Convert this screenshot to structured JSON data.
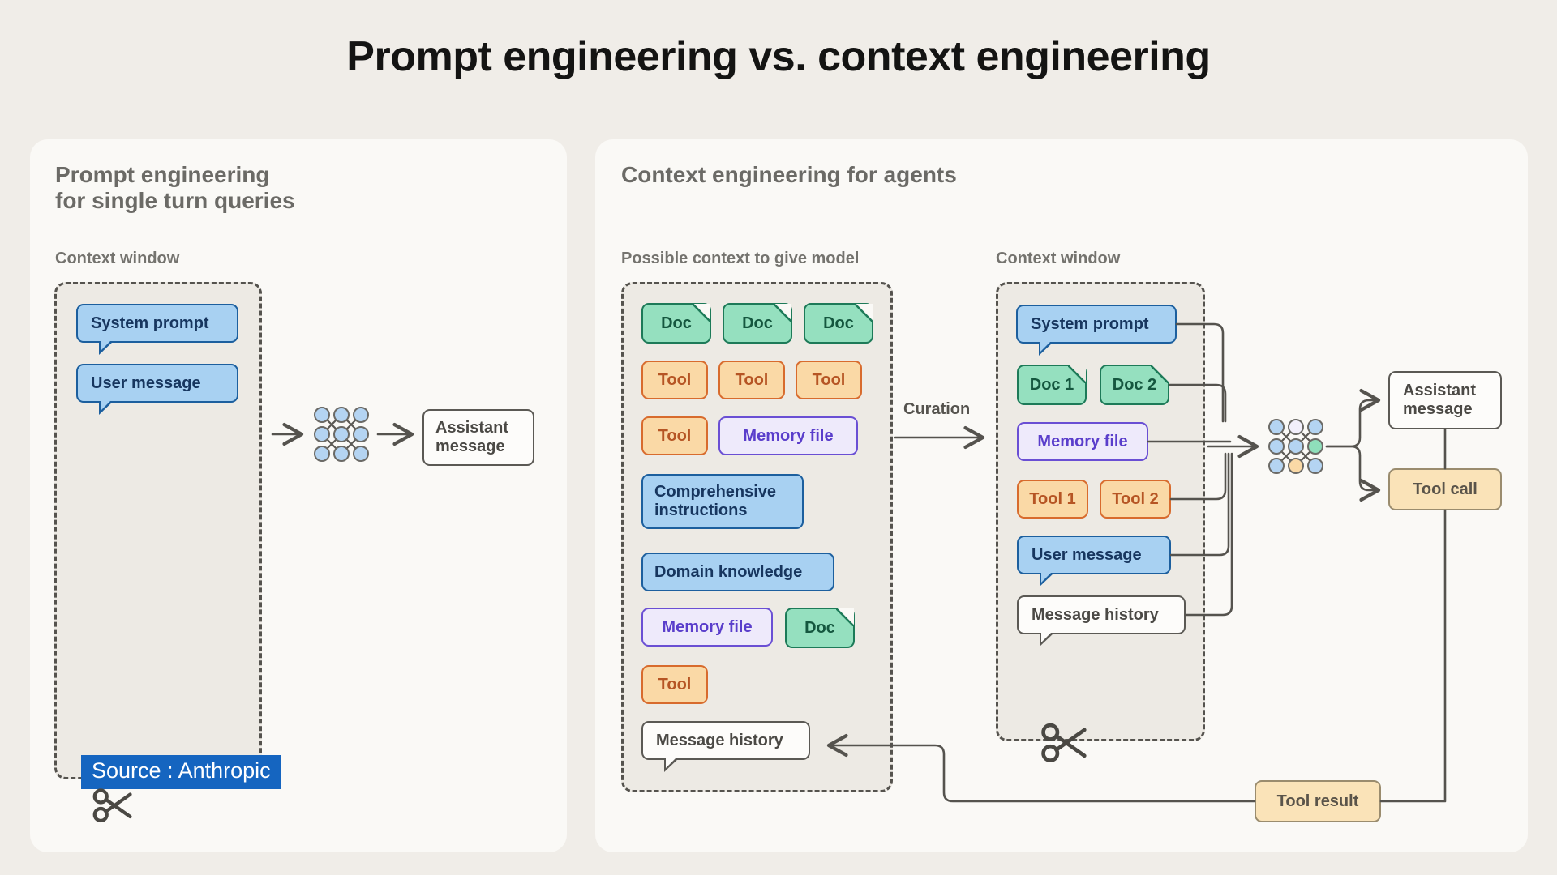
{
  "title": "Prompt engineering vs. context engineering",
  "colors": {
    "background": "#f0ede8",
    "panel": "#faf9f6",
    "context_window_fill": "#edeae4",
    "dash_stroke": "#55534e",
    "blue_fill": "#a8d1f2",
    "blue_border": "#1c5f9e",
    "blue_text": "#17365f",
    "green_fill": "#95e0bf",
    "green_border": "#1d7a58",
    "green_text": "#15573f",
    "orange_fill": "#fad9a6",
    "orange_border": "#d86b2d",
    "orange_text": "#b65524",
    "purple_fill": "#eeeafb",
    "purple_border": "#6a4fd4",
    "purple_text": "#5a3ecb",
    "white_fill": "#fdfcfa",
    "gray_border": "#5b5954",
    "gray_text": "#4b4945",
    "tan_fill": "#fae3b8",
    "tan_border": "#9a8c6e",
    "source_badge_bg": "#1565c0",
    "source_badge_text": "#ffffff",
    "title_text": "#141413",
    "label_text": "#6b6a66"
  },
  "left_panel": {
    "title": "Prompt engineering\nfor single turn queries",
    "context_window_label": "Context window",
    "items": [
      {
        "label": "System prompt",
        "kind": "bubble",
        "theme": "blue"
      },
      {
        "label": "User message",
        "kind": "bubble",
        "theme": "blue"
      }
    ],
    "model_icon": "neural-network-icon",
    "output": {
      "label": "Assistant\nmessage",
      "kind": "box",
      "theme": "white"
    },
    "scissors_icon": "scissors-icon"
  },
  "right_panel": {
    "title": "Context engineering for agents",
    "possible_context_label": "Possible context to give model",
    "context_window_label": "Context window",
    "curation_label": "Curation",
    "possible_context_items": [
      {
        "label": "Doc",
        "theme": "green",
        "kind": "doc"
      },
      {
        "label": "Doc",
        "theme": "green",
        "kind": "doc"
      },
      {
        "label": "Doc",
        "theme": "green",
        "kind": "doc"
      },
      {
        "label": "Tool",
        "theme": "orange",
        "kind": "chip"
      },
      {
        "label": "Tool",
        "theme": "orange",
        "kind": "chip"
      },
      {
        "label": "Tool",
        "theme": "orange",
        "kind": "chip"
      },
      {
        "label": "Tool",
        "theme": "orange",
        "kind": "chip"
      },
      {
        "label": "Memory file",
        "theme": "purple",
        "kind": "chip"
      },
      {
        "label": "Comprehensive\ninstructions",
        "theme": "blue",
        "kind": "chip"
      },
      {
        "label": "Domain knowledge",
        "theme": "blue",
        "kind": "chip"
      },
      {
        "label": "Memory file",
        "theme": "purple",
        "kind": "chip"
      },
      {
        "label": "Doc",
        "theme": "green",
        "kind": "doc"
      },
      {
        "label": "Tool",
        "theme": "orange",
        "kind": "chip"
      },
      {
        "label": "Message history",
        "theme": "white",
        "kind": "bubble"
      }
    ],
    "context_window_items": [
      {
        "label": "System prompt",
        "theme": "blue",
        "kind": "bubble"
      },
      {
        "label": "Doc 1",
        "theme": "green",
        "kind": "doc"
      },
      {
        "label": "Doc 2",
        "theme": "green",
        "kind": "doc"
      },
      {
        "label": "Memory file",
        "theme": "purple",
        "kind": "chip"
      },
      {
        "label": "Tool 1",
        "theme": "orange",
        "kind": "chip"
      },
      {
        "label": "Tool 2",
        "theme": "orange",
        "kind": "chip"
      },
      {
        "label": "User message",
        "theme": "blue",
        "kind": "bubble"
      },
      {
        "label": "Message history",
        "theme": "white",
        "kind": "bubble"
      }
    ],
    "model_icon": "neural-network-icon",
    "outputs": [
      {
        "label": "Assistant\nmessage",
        "theme": "white",
        "kind": "box"
      },
      {
        "label": "Tool call",
        "theme": "tan",
        "kind": "chip"
      }
    ],
    "tool_result": {
      "label": "Tool result",
      "theme": "tan",
      "kind": "chip"
    },
    "scissors_icon": "scissors-icon"
  },
  "source_badge": {
    "label": "Source : Anthropic"
  }
}
